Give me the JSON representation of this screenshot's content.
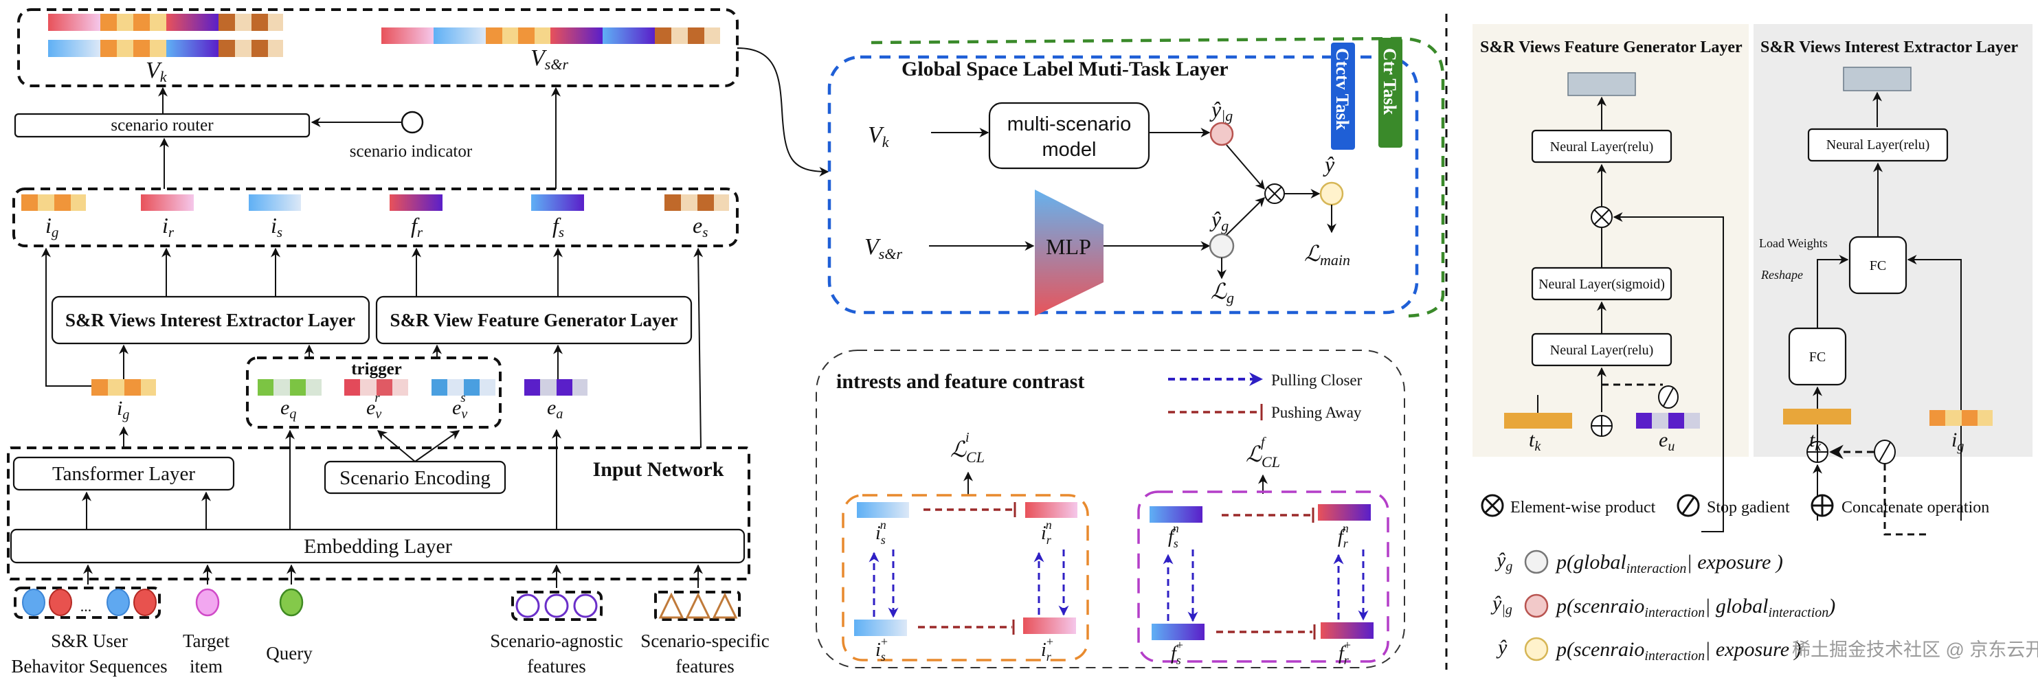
{
  "left": {
    "vk_label": "V",
    "vk_sub": "k",
    "vsr_label": "V",
    "vsr_sub": "s&r",
    "scenario_router": "scenario router",
    "scenario_indicator": "scenario indicator",
    "vectors": [
      {
        "base": "i",
        "sub": "g"
      },
      {
        "base": "i",
        "sub": "r"
      },
      {
        "base": "i",
        "sub": "s"
      },
      {
        "base": "f",
        "sub": "r"
      },
      {
        "base": "f",
        "sub": "s"
      },
      {
        "base": "e",
        "sub": "s"
      }
    ],
    "interest_extractor": "S&R Views Interest Extractor Layer",
    "feature_generator": "S&R View Feature Generator Layer",
    "ig_label": {
      "base": "i",
      "sub": "g"
    },
    "trigger": {
      "title": "trigger",
      "items": [
        {
          "base": "e",
          "sub": "q",
          "sup": ""
        },
        {
          "base": "e",
          "sub": "v",
          "sup": "r"
        },
        {
          "base": "e",
          "sub": "v",
          "sup": "s"
        }
      ]
    },
    "ea_label": {
      "base": "e",
      "sub": "a"
    },
    "transformer": "Tansformer Layer",
    "scenario_encoding": "Scenario Encoding",
    "input_network": "Input Network",
    "embedding": "Embedding Layer",
    "ellipsis": "...",
    "inputs": [
      {
        "line1": "S&R User",
        "line2": "Behavitor Sequences"
      },
      {
        "line1": "Target",
        "line2": "item"
      },
      {
        "line1": "Query",
        "line2": ""
      },
      {
        "line1": "Scenario-agnostic",
        "line2": "features"
      },
      {
        "line1": "Scenario-specific",
        "line2": "features"
      }
    ]
  },
  "middle": {
    "title": "Global Space Label Muti-Task Layer",
    "ctcv_task": "Ctctv Task",
    "ctr_task": "Ctr Task",
    "vk": "V",
    "vk_sub": "k",
    "vsr": "V",
    "vsr_sub": "s&r",
    "multi_scenario_line1": "multi-scenario",
    "multi_scenario_line2": "model",
    "mlp": "MLP",
    "y_given_g": {
      "base": "ŷ",
      "sub": "|g"
    },
    "y_g": {
      "base": "ŷ",
      "sub": "g"
    },
    "y_hat": "ŷ",
    "loss_g": {
      "base": "ℒ",
      "sub": "g"
    },
    "loss_main": {
      "base": "ℒ",
      "sub": "main"
    },
    "contrast": {
      "title": "intrests and feature contrast",
      "legend_pull": "Pulling Closer",
      "legend_push": "Pushing Away",
      "loss_i": {
        "base": "ℒ",
        "sub": "CL",
        "sup": "i"
      },
      "loss_f": {
        "base": "ℒ",
        "sub": "CL",
        "sup": "f"
      },
      "labels": {
        "is_n": {
          "base": "i",
          "sub": "s",
          "sup": "n"
        },
        "ir_n": {
          "base": "i",
          "sub": "r",
          "sup": "n"
        },
        "is_p": {
          "base": "i",
          "sub": "s",
          "sup": "+"
        },
        "ir_p": {
          "base": "i",
          "sub": "r",
          "sup": "+"
        },
        "fs_n": {
          "base": "f",
          "sub": "s",
          "sup": "n"
        },
        "fr_n": {
          "base": "f",
          "sub": "r",
          "sup": "n"
        },
        "fs_p": {
          "base": "f",
          "sub": "s",
          "sup": "+"
        },
        "fr_p": {
          "base": "f",
          "sub": "r",
          "sup": "+"
        }
      }
    }
  },
  "right": {
    "fg_title": "S&R Views Feature Generator Layer",
    "ie_title": "S&R Views Interest Extractor Layer",
    "fg_layers": [
      "Neural Layer(relu)",
      "Neural Layer(sigmoid)",
      "Neural Layer(relu)"
    ],
    "ie_layer": "Neural Layer(relu)",
    "fc": "FC",
    "load_weights": "Load Weights",
    "reshape": "Reshape",
    "tk": {
      "base": "t",
      "sub": "k"
    },
    "eu": {
      "base": "e",
      "sub": "u"
    },
    "ig": {
      "base": "i",
      "sub": "g"
    },
    "legend_ops": [
      {
        "icon": "otimes",
        "label": "Element-wise product"
      },
      {
        "icon": "oslash",
        "label": "Stop gadient"
      },
      {
        "icon": "oplus",
        "label": "Concatenate operation"
      }
    ],
    "legend_probs": [
      {
        "sym": "ŷ",
        "sub": "g",
        "color": "#f2f2f2",
        "stroke": "#777777",
        "p": "p(",
        "a": "global",
        "a_sub": "interaction",
        "b": "exposure",
        "b_sub": ""
      },
      {
        "sym": "ŷ",
        "sub": "|g",
        "color": "#f2c9c9",
        "stroke": "#b85450",
        "p": "p(",
        "a": "scenraio",
        "a_sub": "interaction",
        "b": "global",
        "b_sub": "interaction"
      },
      {
        "sym": "ŷ",
        "sub": "",
        "color": "#fff2cc",
        "stroke": "#d6b656",
        "p": "p(",
        "a": "scenraio",
        "a_sub": "interaction",
        "b": "exposure",
        "b_sub": ""
      }
    ],
    "watermark": "稀土掘金技术社区 @ 京东云开发者"
  },
  "colors": {
    "blue_dash": "#1f5fd6",
    "green_dash": "#3a8a2a",
    "ctcv_bg": "#1f5fd6",
    "ctr_bg": "#3a8a2a",
    "orange": "#f0953a",
    "orange_light": "#f6d68a",
    "brown": "#c0692a",
    "brown_light": "#f2d8b4",
    "beige_panel": "#f7f4ec",
    "grey_panel": "#ececec",
    "pull": "#2e1fc4",
    "push": "#9b2a2a"
  }
}
